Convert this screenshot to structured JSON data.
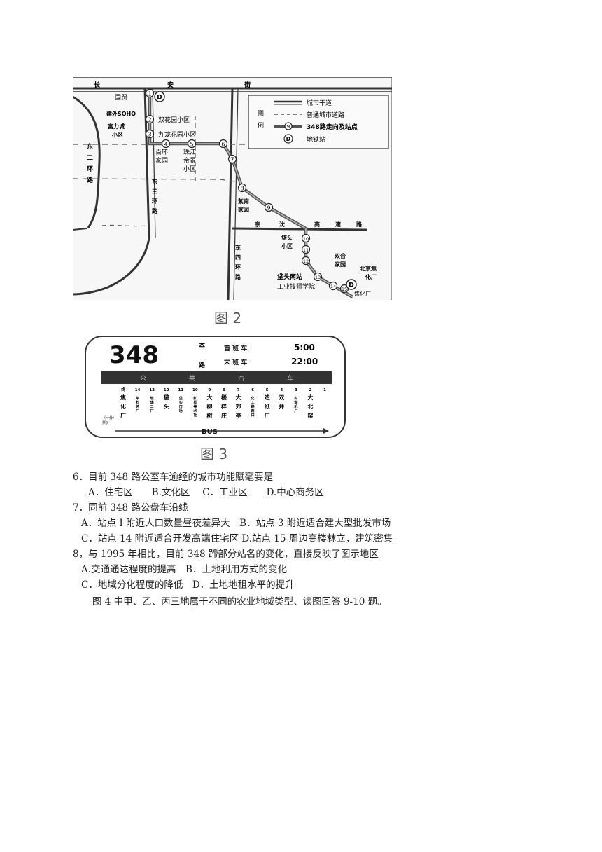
{
  "figure2": {
    "caption": "图 2",
    "street_top": [
      "长",
      "安",
      "街"
    ],
    "street_east": [
      "京",
      "沈",
      "高",
      "速",
      "路"
    ],
    "ring2": [
      "东",
      "二",
      "环",
      "路"
    ],
    "ring3": [
      "东",
      "三",
      "环",
      "路"
    ],
    "ring4": [
      "东",
      "四",
      "环",
      "路"
    ],
    "legend_title": [
      "图",
      "例"
    ],
    "legend": [
      {
        "text": "城市干道",
        "symbol": "double-line"
      },
      {
        "text": "普通城市道路",
        "symbol": "dashed-line"
      },
      {
        "text": "348路走向及站点",
        "symbol": "route-stop",
        "stop": "9"
      },
      {
        "text": "地铁站",
        "symbol": "metro",
        "glyph": "D"
      }
    ],
    "places": {
      "guomao": "国贸",
      "jianwai_soho": "建外SOHO",
      "fulicheng_1": "富力城",
      "fulicheng_2": "小区",
      "shuanghuayuan": "双花园小区",
      "jiulong": "九龙花园小区",
      "baihuan_1": "百环",
      "baihuan_2": "家园",
      "zhujiang_1": "珠江",
      "zhujiang_2": "帝景",
      "zhujiang_3": "小区",
      "zinan_1": "紫南",
      "zinan_2": "家园",
      "dougetou_1": "垡头",
      "dougetou_2": "小区",
      "shuanghe_1": "双合",
      "shuanghe_2": "家园",
      "beijing_coking_1": "北京焦",
      "beijing_coking_2": "化厂",
      "dougetou_south": "垡头南站",
      "tech_school": "工业技师学院",
      "coking_plant": "焦化厂"
    },
    "stops": [
      "1",
      "2",
      "3",
      "4",
      "5",
      "6",
      "7",
      "8",
      "9",
      "10",
      "11",
      "12",
      "13",
      "14",
      "15"
    ],
    "metro_glyph": "D"
  },
  "figure3": {
    "caption": "图 3",
    "route_number": "348",
    "route_label_chars": [
      "本",
      "路"
    ],
    "first_bus_label": "首 班 车",
    "first_bus_time": "5:00",
    "last_bus_label": "末 班 车",
    "last_bus_time": "22:00",
    "banner": [
      "公",
      "共",
      "汽",
      "车"
    ],
    "stations": [
      {
        "num": "终",
        "name": "焦化厂"
      },
      {
        "num": "14",
        "name": "染料总厂"
      },
      {
        "num": "13",
        "name": "玻璃二厂"
      },
      {
        "num": "12",
        "name": "垡头"
      },
      {
        "num": "11",
        "name": "垡头市场"
      },
      {
        "num": "10",
        "name": "红星美术社"
      },
      {
        "num": "9",
        "name": "大柳树"
      },
      {
        "num": "8",
        "name": "楼梓庄"
      },
      {
        "num": "7",
        "name": "大郊亭"
      },
      {
        "num": "6",
        "name": "化工路西口"
      },
      {
        "num": "5",
        "name": "造纸厂"
      },
      {
        "num": "4",
        "name": "双井"
      },
      {
        "num": "3",
        "name": "内燃机厂"
      },
      {
        "num": "2",
        "name": "大北窑"
      },
      {
        "num": "1",
        "name": ""
      }
    ],
    "side_note": "（一分）",
    "side_note2": "票价",
    "bus_label": "BUS"
  },
  "questions": {
    "q6": "6．目前 348 路公室车逾经的城市功能赋毫要是",
    "q6_options": "A．住宅区　　B.文化区　 C．工业区　　D.中心商务区",
    "q7": "7．同前 348 路公盘车沿线",
    "q7_ab": "A．站点 I 附近人口数量昼夜差异大　B．站点 3 附近适合建大型批发市场",
    "q7_cd": "C．站点 14 附近适合开发高端住宅区 D.站点 15 周边高楼林立，建筑密集",
    "q8": "8，与 1995 年相比，目前 348 蹄部分站名的变化，直接反映了图示地区",
    "q8_ab": "A.交通通达程度的提高　B．土地利用方式的变化",
    "q8_cd": "C．地域分化程度的降低　D．土地地租水平的提升",
    "intro_9_10": "图 4 中甲、乙、丙三地属于不同的农业地域类型、读图回答 9-10 题。"
  }
}
